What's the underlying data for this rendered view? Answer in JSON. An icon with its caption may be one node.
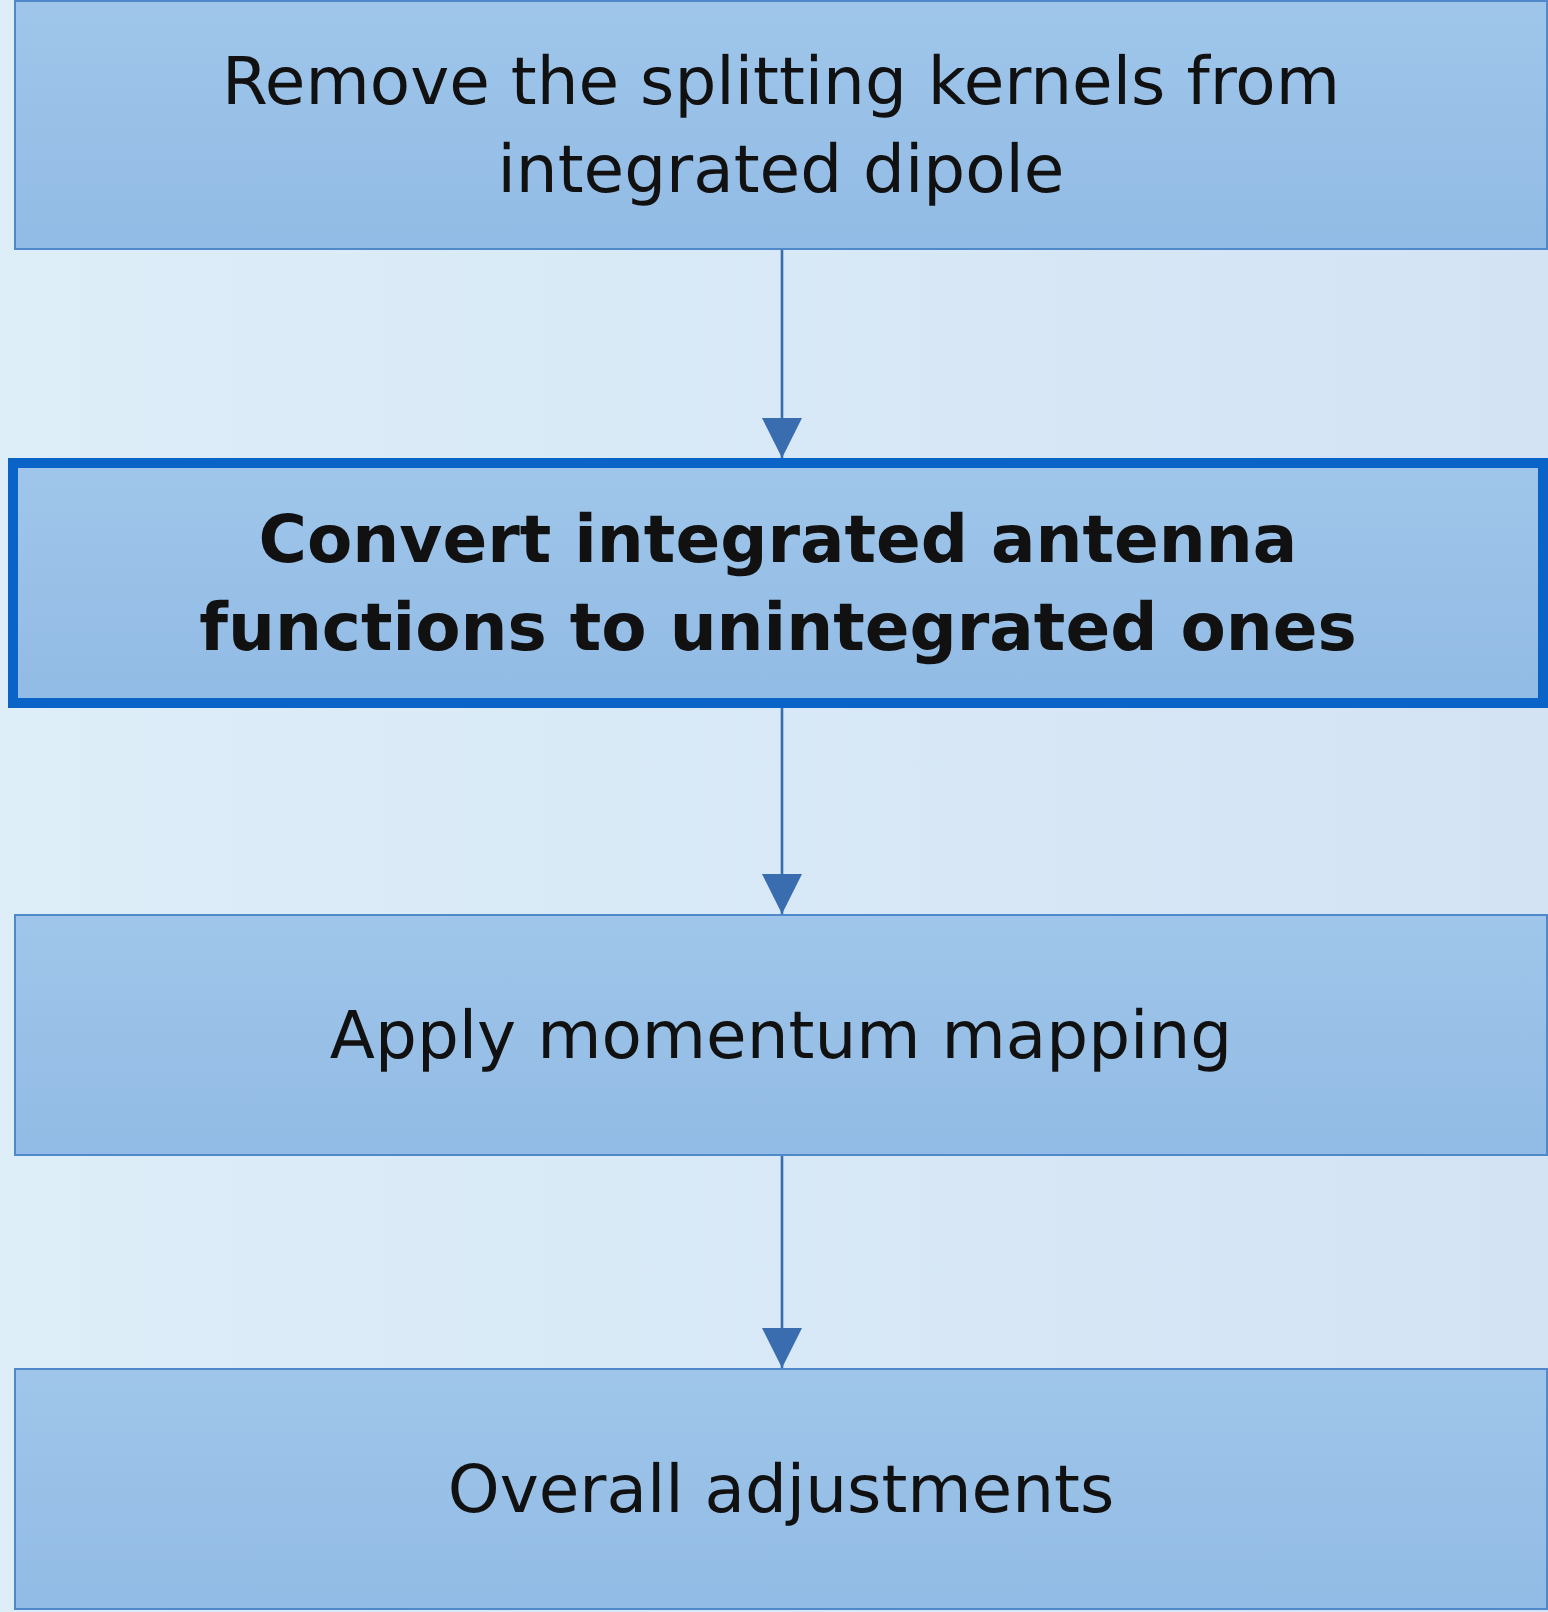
{
  "diagram": {
    "nodes": [
      {
        "text": [
          "Remove the splitting kernels from integrated dipole"
        ]
      },
      {
        "text": [
          "Convert integrated antenna functions to unintegrated ones"
        ]
      },
      {
        "text": [
          "Apply momentum mapping"
        ]
      },
      {
        "text": [
          "Overall adjustments"
        ]
      }
    ],
    "edges": [
      {
        "from": 0,
        "to": 1,
        "arrow": "to"
      },
      {
        "from": 1,
        "to": 2,
        "arrow": "to"
      },
      {
        "from": 2,
        "to": 3,
        "arrow": "to"
      }
    ]
  }
}
